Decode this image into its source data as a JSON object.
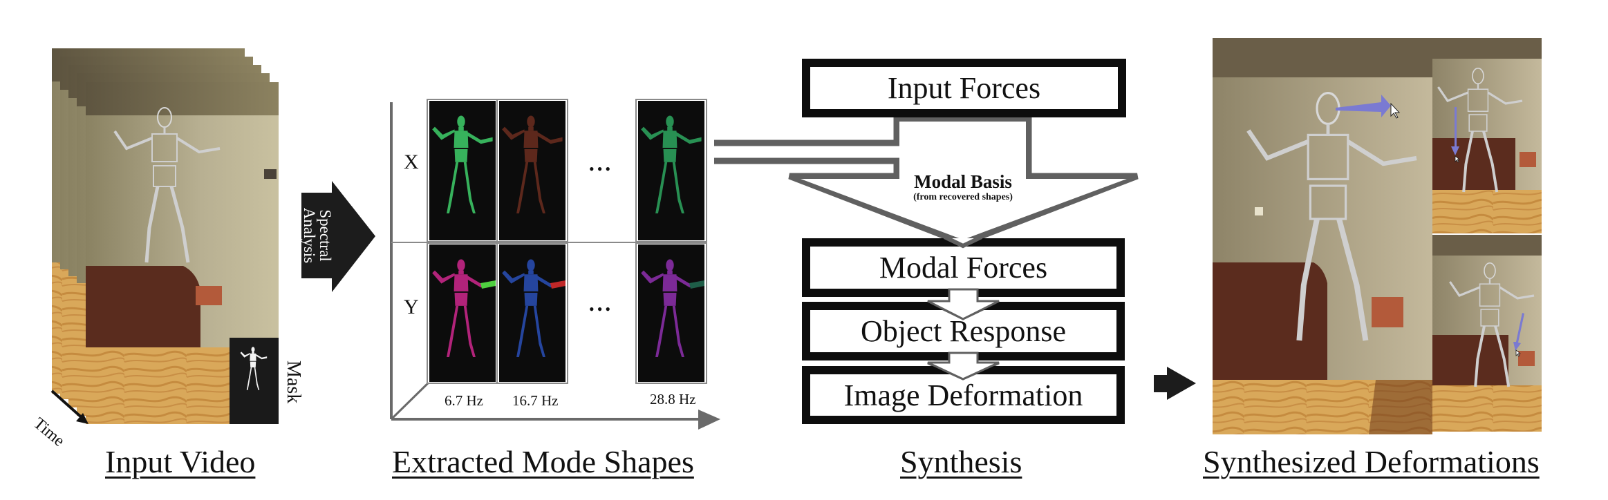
{
  "sections": {
    "input_video": {
      "title": "Input Video",
      "time_label": "Time",
      "mask_label": "Mask",
      "frame_count": 5
    },
    "spectral_arrow": {
      "line1": "Spectral",
      "line2": "Analysis"
    },
    "mode_shapes": {
      "title": "Extracted Mode Shapes",
      "row_labels": [
        "X",
        "Y"
      ],
      "ellipsis": "•••",
      "columns": [
        {
          "freq": "6.7 Hz",
          "x_color": "#3fcf6a",
          "y_color": "#d0288e",
          "y_arm_color": "#4fd040"
        },
        {
          "freq": "16.7 Hz",
          "x_color": "#a0402a",
          "y_color": "#2a4fb8",
          "y_arm_color": "#c02828"
        },
        {
          "freq": "28.8 Hz",
          "x_color": "#2ea860",
          "y_color": "#9030b0",
          "y_arm_color": "#1e5e48"
        }
      ]
    },
    "synthesis": {
      "title": "Synthesis",
      "boxes": [
        "Input Forces",
        "Modal Forces",
        "Object Response",
        "Image Deformation"
      ],
      "modal_basis": "Modal Basis",
      "modal_basis_sub": "(from recovered shapes)"
    },
    "output": {
      "title": "Synthesized Deformations"
    }
  },
  "colors": {
    "box_border": "#0d0d0d",
    "connector_gray": "#606060",
    "force_arrow": "#7a7ad2",
    "panel_bg": "#0c0c0c"
  }
}
